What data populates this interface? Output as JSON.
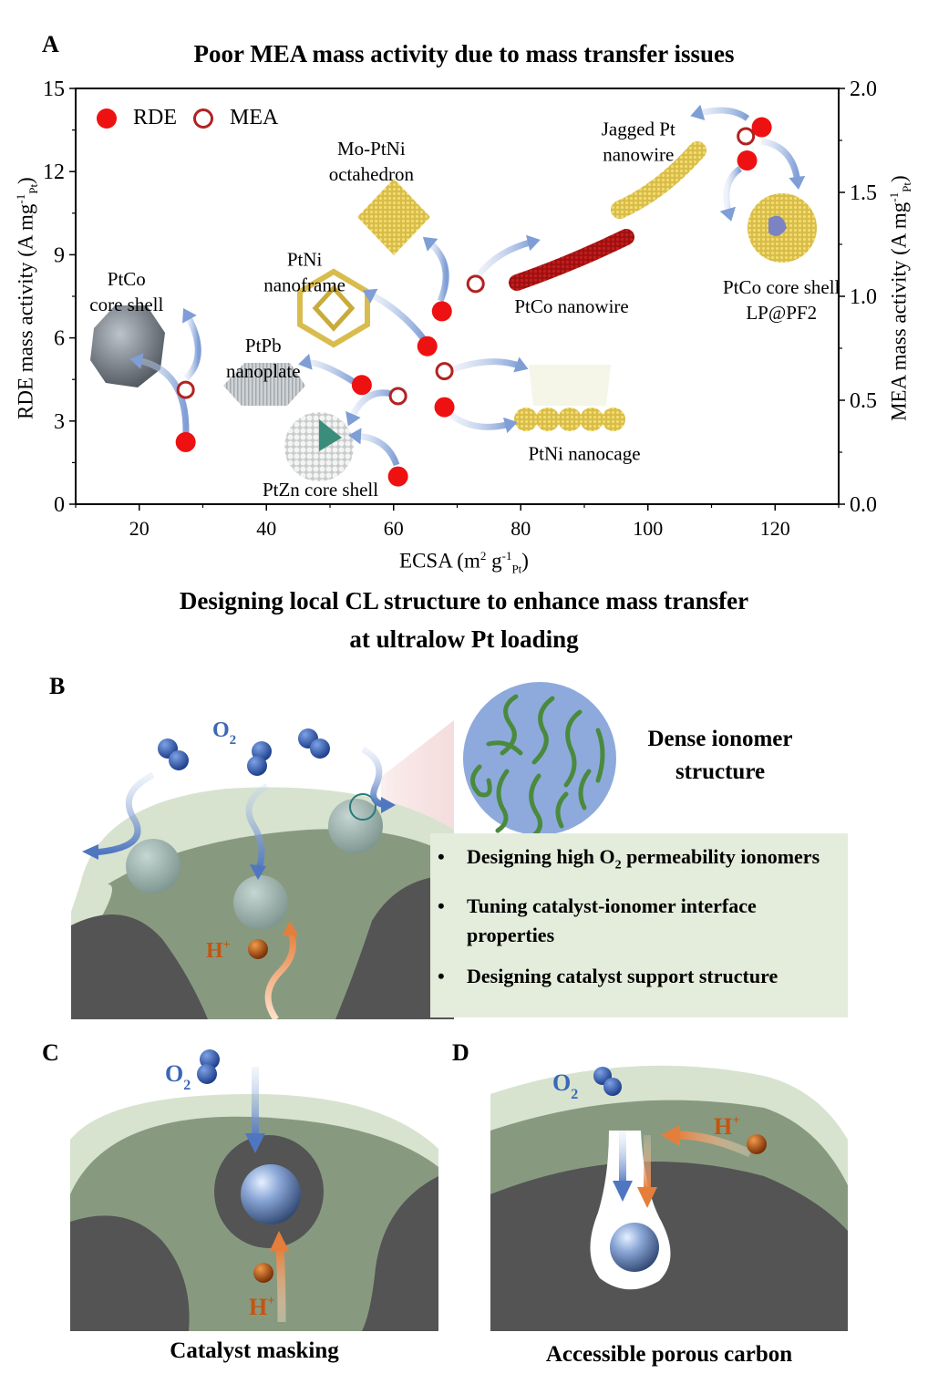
{
  "panel_a": {
    "letter": "A",
    "title": "Poor MEA mass activity due to mass transfer issues"
  },
  "chart_data": {
    "type": "scatter",
    "title": "Poor MEA mass activity due to mass transfer issues",
    "xlabel": "ECSA (m2 g-1 Pt)",
    "xlabel_parts": {
      "main": "ECSA (m",
      "sup1": "2",
      "mid": " g",
      "sup2": "-1",
      "sub": "Pt",
      "end": ")"
    },
    "ylabel_left": "RDE mass activity (A mg-1 Pt)",
    "ylabel_left_parts": {
      "main": "RDE mass activity (A mg",
      "sup": "-1",
      "sub": "Pt",
      "end": ")"
    },
    "ylabel_right": "MEA mass activity (A mg-1 Pt)",
    "ylabel_right_parts": {
      "main": "MEA mass activity (A mg",
      "sup": "-1",
      "sub": "Pt",
      "end": ")"
    },
    "xlim": [
      10,
      130
    ],
    "ylim_left": [
      0,
      15
    ],
    "ylim_right": [
      0,
      2.0
    ],
    "x_ticks": [
      20,
      40,
      60,
      80,
      100,
      120
    ],
    "y_left_ticks": [
      0,
      3,
      6,
      9,
      12,
      15
    ],
    "y_right_ticks": [
      "0.0",
      "0.5",
      "1.0",
      "1.5",
      "2.0"
    ],
    "grid": false,
    "legend": {
      "placement": "top-left",
      "entries": [
        {
          "name": "RDE",
          "marker": "filled-circle"
        },
        {
          "name": "MEA",
          "marker": "open-circle"
        }
      ]
    },
    "colors": {
      "rde": "#ee1111",
      "mea_edge": "#b22222",
      "arrow": "#8aa6d8"
    },
    "series": [
      {
        "name": "RDE",
        "axis": "left",
        "points": [
          {
            "x": 27.3,
            "y": 2.24,
            "catalyst": "PtCo core shell"
          },
          {
            "x": 55.0,
            "y": 4.3,
            "catalyst": "PtPb nanoplate"
          },
          {
            "x": 60.7,
            "y": 1.0,
            "catalyst": "PtZn core shell"
          },
          {
            "x": 65.3,
            "y": 5.7,
            "catalyst": "PtNi nanoframe"
          },
          {
            "x": 67.6,
            "y": 6.96,
            "catalyst": "Mo-PtNi octahedron"
          },
          {
            "x": 68.0,
            "y": 3.5,
            "catalyst": "PtNi nanocage"
          },
          {
            "x": 117.9,
            "y": 13.6,
            "catalyst": "Jagged Pt nanowire"
          },
          {
            "x": 115.6,
            "y": 12.4,
            "catalyst": "PtCo core shell LP@PF2"
          }
        ]
      },
      {
        "name": "MEA",
        "axis": "right",
        "points": [
          {
            "x": 27.3,
            "y": 0.55,
            "catalyst": "PtCo core shell"
          },
          {
            "x": 60.7,
            "y": 0.52,
            "catalyst": "PtZn core shell"
          },
          {
            "x": 68.0,
            "y": 0.64,
            "catalyst": "PtNi nanocage"
          },
          {
            "x": 72.9,
            "y": 1.06,
            "catalyst": "PtCo nanowire"
          },
          {
            "x": 115.4,
            "y": 1.77,
            "catalyst": "Jagged Pt nanowire / PtCo core shell LP@PF2"
          }
        ]
      }
    ],
    "annotations": [
      {
        "lines": [
          "PtCo",
          "core shell"
        ],
        "x": 18,
        "y": 7.9,
        "icon": "ptco-core-shell-nanoparticle"
      },
      {
        "lines": [
          "PtPb",
          "nanoplate"
        ],
        "x": 39.5,
        "y": 5.5,
        "icon": "ptpb-nanoplate"
      },
      {
        "lines": [
          "PtZn core shell"
        ],
        "x": 48.5,
        "y": 0.3,
        "icon": "ptzn-core-shell"
      },
      {
        "lines": [
          "PtNi",
          "nanoframe"
        ],
        "x": 46,
        "y": 8.6,
        "icon": "ptni-nanoframe"
      },
      {
        "lines": [
          "Mo-PtNi",
          "octahedron"
        ],
        "x": 56.5,
        "y": 12.6,
        "icon": "mo-ptni-octahedron"
      },
      {
        "lines": [
          "PtCo nanowire"
        ],
        "x": 88,
        "y": 6.9,
        "icon": "ptco-nanowire"
      },
      {
        "lines": [
          "PtNi nanocage"
        ],
        "x": 90,
        "y": 1.6,
        "icon": "ptni-nanocage"
      },
      {
        "lines": [
          "Jagged Pt",
          "nanowire"
        ],
        "x": 98.5,
        "y": 13.3,
        "icon": "jagged-pt-nanowire"
      },
      {
        "lines": [
          "PtCo core shell",
          "LP@PF2"
        ],
        "x": 121,
        "y": 7.6,
        "icon": "ptco-lp-pf2"
      }
    ]
  },
  "section_heading": {
    "line1": "Designing local CL structure to enhance mass transfer",
    "line2": "at ultralow Pt loading"
  },
  "panel_b": {
    "letter": "B",
    "o2_label": "O",
    "o2_sub": "2",
    "h_label": "H",
    "h_sup": "+",
    "zoom_label_line1": "Dense ionomer",
    "zoom_label_line2": "structure",
    "bullets": [
      {
        "pre": "Designing high O",
        "sub": "2",
        "post": " permeability ionomers"
      },
      {
        "pre": "Tuning catalyst-ionomer interface properties",
        "sub": "",
        "post": ""
      },
      {
        "pre": "Designing catalyst support structure",
        "sub": "",
        "post": ""
      }
    ]
  },
  "panel_c": {
    "letter": "C",
    "o2_label": "O",
    "o2_sub": "2",
    "h_label": "H",
    "h_sup": "+",
    "caption": "Catalyst masking"
  },
  "panel_d": {
    "letter": "D",
    "o2_label": "O",
    "o2_sub": "2",
    "h_label": "H",
    "h_sup": "+",
    "caption": "Accessible porous carbon"
  },
  "colors": {
    "ionomer_light": "#d7e3cf",
    "ionomer": "#879a80",
    "carbon": "#545454",
    "o2_blue": "#3b67b8",
    "proton_orange": "#c4550f",
    "ionomer_zoom_bg": "#8eaadc",
    "ionomer_chain": "#4a8a3e"
  }
}
